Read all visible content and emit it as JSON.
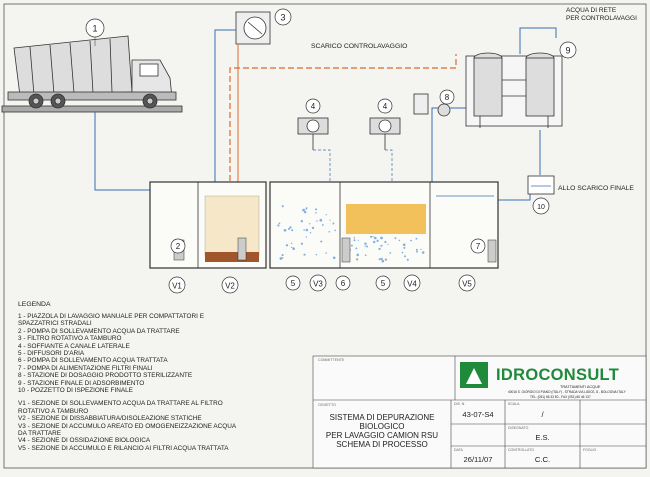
{
  "callouts": {
    "c1": "1",
    "c2": "2",
    "c3": "3",
    "c4a": "4",
    "c4b": "4",
    "c5a": "5",
    "c5b": "5",
    "c6": "6",
    "c7": "7",
    "c8": "8",
    "c9": "9",
    "c10": "10"
  },
  "labels": {
    "water_supply": [
      "ACQUA DI RETE",
      "PER CONTROLAVAGGI"
    ],
    "backwash_drain": "SCARICO CONTROLAVAGGIO",
    "final_drain": "ALLO SCARICO FINALE",
    "tank_v1": "V1",
    "tank_v2": "V2",
    "tank_v3": "V3",
    "tank_v4": "V4",
    "tank_v5": "V5"
  },
  "legend": {
    "title": "LEGENDA",
    "items": [
      "1  -  PIAZZOLA DI LAVAGGIO MANUALE PER COMPATTATORI E",
      "        SPAZZATRICI STRADALI",
      "2  -  POMPA DI SOLLEVAMENTO ACQUA DA TRATTARE",
      "3  -  FILTRO ROTATIVO A TAMBURO",
      "4  -  SOFFIANTE A CANALE LATERALE",
      "5  -  DIFFUSORI D'ARIA",
      "6  -  POMPA DI SOLLEVAMENTO ACQUA TRATTATA",
      "7  -  POMPA DI ALIMENTAZIONE FILTRI FINALI",
      "8  -  STAZIONE DI DOSAGGIO PRODOTTO STERILIZZANTE",
      "9  -  STAZIONE FINALE DI ADSORBIMENTO",
      "10 -  POZZETTO DI ISPEZIONE FINALE"
    ],
    "sections": [
      "V1  -  SEZIONE DI SOLLEVAMENTO ACQUA DA TRATTARE AL FILTRO",
      "          ROTATIVO A TAMBURO",
      "V2  -  SEZIONE DI DISSABBIATURA/DISOLEAZIONE STATICHE",
      "V3  -  SEZIONE DI ACCUMULO AREATO ED OMOGENEIZZAZIONE ACQUA",
      "          DA TRATTARE",
      "V4  -  SEZIONE DI OSSIDAZIONE BIOLOGICA",
      "V5  -  SEZIONE DI ACCUMULO E RILANCIO AI FILTRI ACQUA TRATTATA"
    ]
  },
  "title_block": {
    "company": "IDROCONSULT",
    "company_sub": "TRATTAMENTI ACQUE",
    "address": "40016 S. GIORGIO DI PIANO (ITALY) - STRADA VIA LIDICE, 8 - BOLOGNA ITALY",
    "phone": "TEL. (051) 66 33 50 - FAX (051) 66 46 137",
    "drawing_title": [
      "SISTEMA DI DEPURAZIONE",
      "BIOLOGICO",
      "PER LAVAGGIO CAMION RSU",
      "SCHEMA DI PROCESSO"
    ],
    "drawing_no": "43-07-S4",
    "scale": "/",
    "drawn_by": "E.S.",
    "date": "26/11/07",
    "checked_by": "C.C.",
    "lbl_committente": "COMMITTENTE",
    "lbl_oggetto": "OGGETTO",
    "lbl_n": "DIS. N.",
    "lbl_scala": "SCALA",
    "lbl_disegnato": "DISEGNATO",
    "lbl_data": "DATA",
    "lbl_controllato": "CONTROLLATO",
    "lbl_foglio": "FOGLIO"
  },
  "colors": {
    "water_line": "#3a6fb0",
    "drain_line": "#e06a2a",
    "sludge": "#a0552a",
    "media": "#f0b640",
    "company_green": "#1f8a3a",
    "air_bubble": "#7fb0e0"
  }
}
